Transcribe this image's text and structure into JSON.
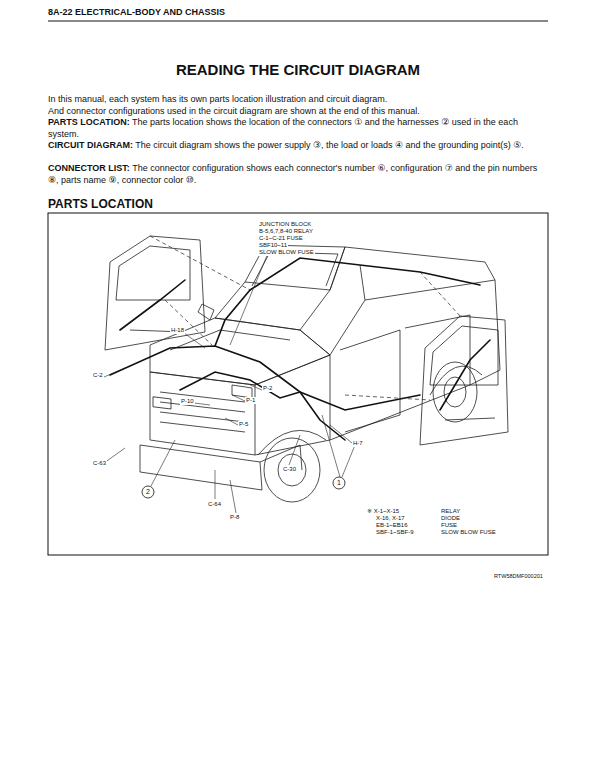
{
  "diagram": {
    "title": "READING THE CIRCUIT DIAGRAM",
    "labels": [
      "8A-22 ELECTRICAL-BODY AND CHASSIS",
      "In this manual, each system has its own parts location illustration and circuit diagram.",
      "And connector configurations used in the circuit diagram are shown at the end of this manual.",
      "PARTS LOCATION:",
      "The parts location shows the location of the connectors ① and the harnesses ② used in the each system.",
      "CIRCUIT DIAGRAM:",
      "The circuit diagram shows the power supply ③, the load or loads ④ and the grounding point(s) ⑤.",
      "CONNECTOR LIST:",
      "The connector configuration shows each connector's number ⑥, configuration ⑦ and the pin numbers ⑧, parts name ⑨, connector color ⑩.",
      "PARTS LOCATION",
      "JUNCTION BLOCK",
      "B-5,6,7,8-40 RELAY",
      "C-1~C-21 FUSE",
      "SBF10~11",
      "SLOW BLOW FUSE",
      "H-18",
      "C-2",
      "P-10",
      "P-1",
      "P-2",
      "P-5",
      "H-7",
      "C-63",
      "C-30",
      "C-64",
      "P-8",
      "2",
      "1",
      "※ X-1~X-15",
      "RELAY",
      "X-16, X-17",
      "DIODE",
      "EB-1~EB16",
      "FUSE",
      "SBF-1~SBF-9",
      "SLOW BLOW FUSE",
      "RTW58DMF000201"
    ]
  }
}
